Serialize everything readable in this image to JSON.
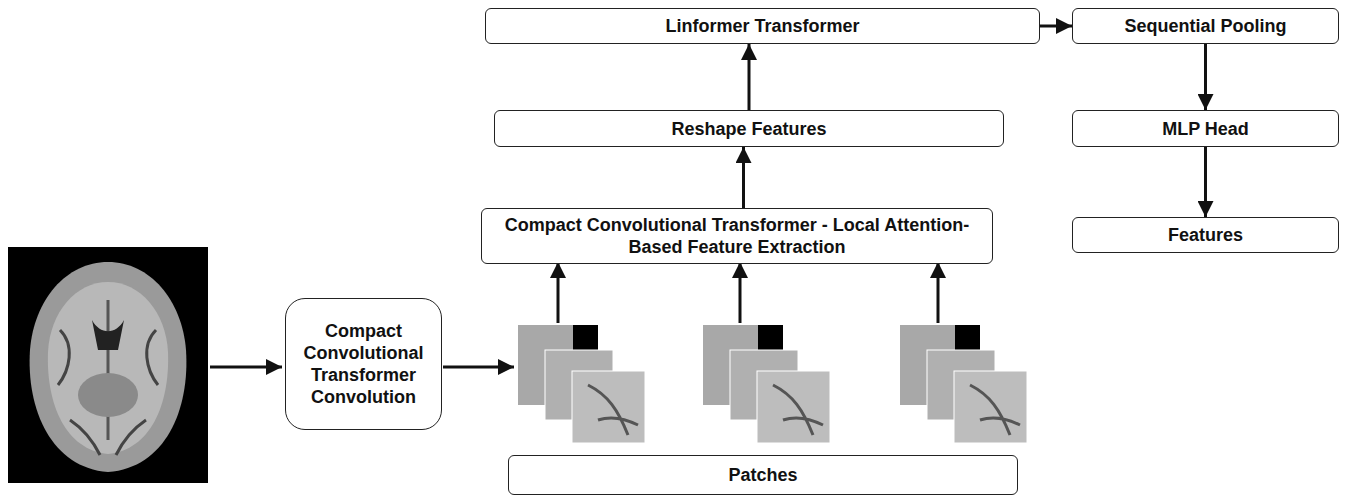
{
  "diagram": {
    "nodes": [
      {
        "text": [
          "Compact Convolutional Transformer Convolution"
        ]
      },
      {
        "text": [
          "Patches"
        ]
      },
      {
        "text": [
          "Compact Convolutional Transformer - Local Attention-Based Feature Extraction"
        ]
      },
      {
        "text": [
          "Reshape Features"
        ]
      },
      {
        "text": [
          "Linformer Transformer"
        ]
      },
      {
        "text": [
          "Sequential Pooling"
        ]
      },
      {
        "text": [
          "MLP Head"
        ]
      },
      {
        "text": [
          "Features"
        ]
      }
    ],
    "edges": [
      {
        "from": 2,
        "to": 3,
        "arrow": "to"
      },
      {
        "from": 3,
        "to": 4,
        "arrow": "to"
      },
      {
        "from": 4,
        "to": 5,
        "arrow": "to"
      },
      {
        "from": 5,
        "to": 6,
        "arrow": "to"
      },
      {
        "from": 6,
        "to": 7,
        "arrow": "to"
      }
    ]
  }
}
